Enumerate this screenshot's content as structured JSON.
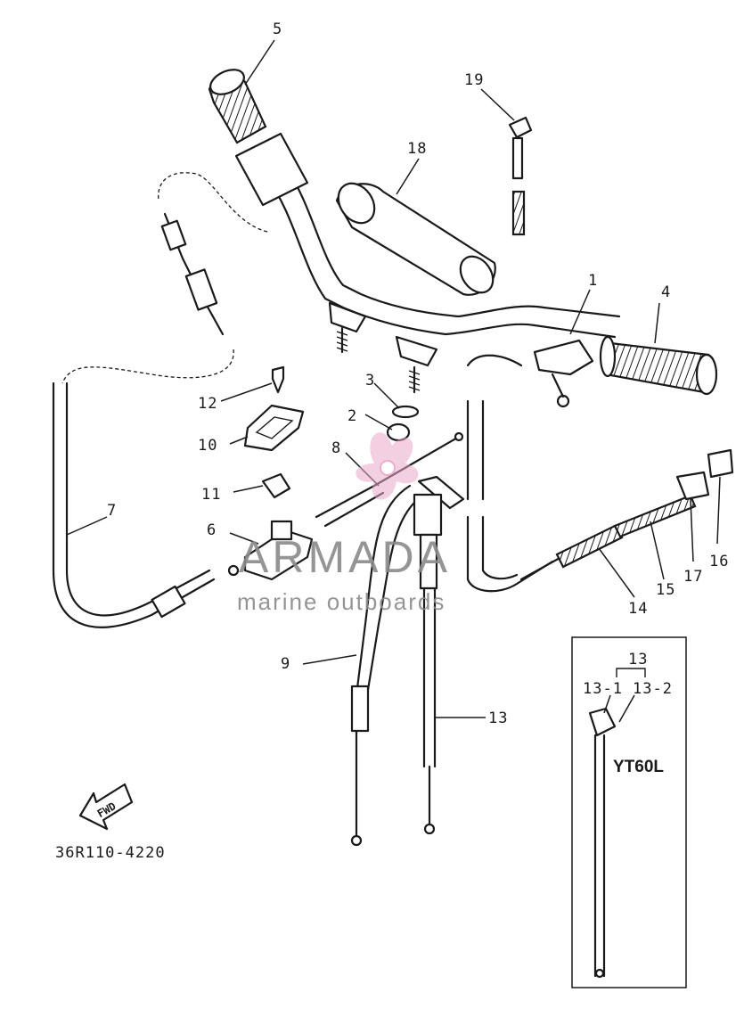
{
  "diagram_code": "36R110-4220",
  "fwd_label": "FWD",
  "inset_model": "YT60L",
  "watermark": {
    "brand": "ARMADA",
    "tagline": "marine outboards",
    "logo_color": "#e8a6c8"
  },
  "part_labels": {
    "p1": "1",
    "p2": "2",
    "p3": "3",
    "p4": "4",
    "p5": "5",
    "p6": "6",
    "p7": "7",
    "p8": "8",
    "p9": "9",
    "p10": "10",
    "p11": "11",
    "p12": "12",
    "p13": "13",
    "p14": "14",
    "p15": "15",
    "p16": "16",
    "p17": "17",
    "p18": "18",
    "p19": "19",
    "inset13": "13",
    "inset13_1": "13-1",
    "inset13_2": "13-2"
  }
}
